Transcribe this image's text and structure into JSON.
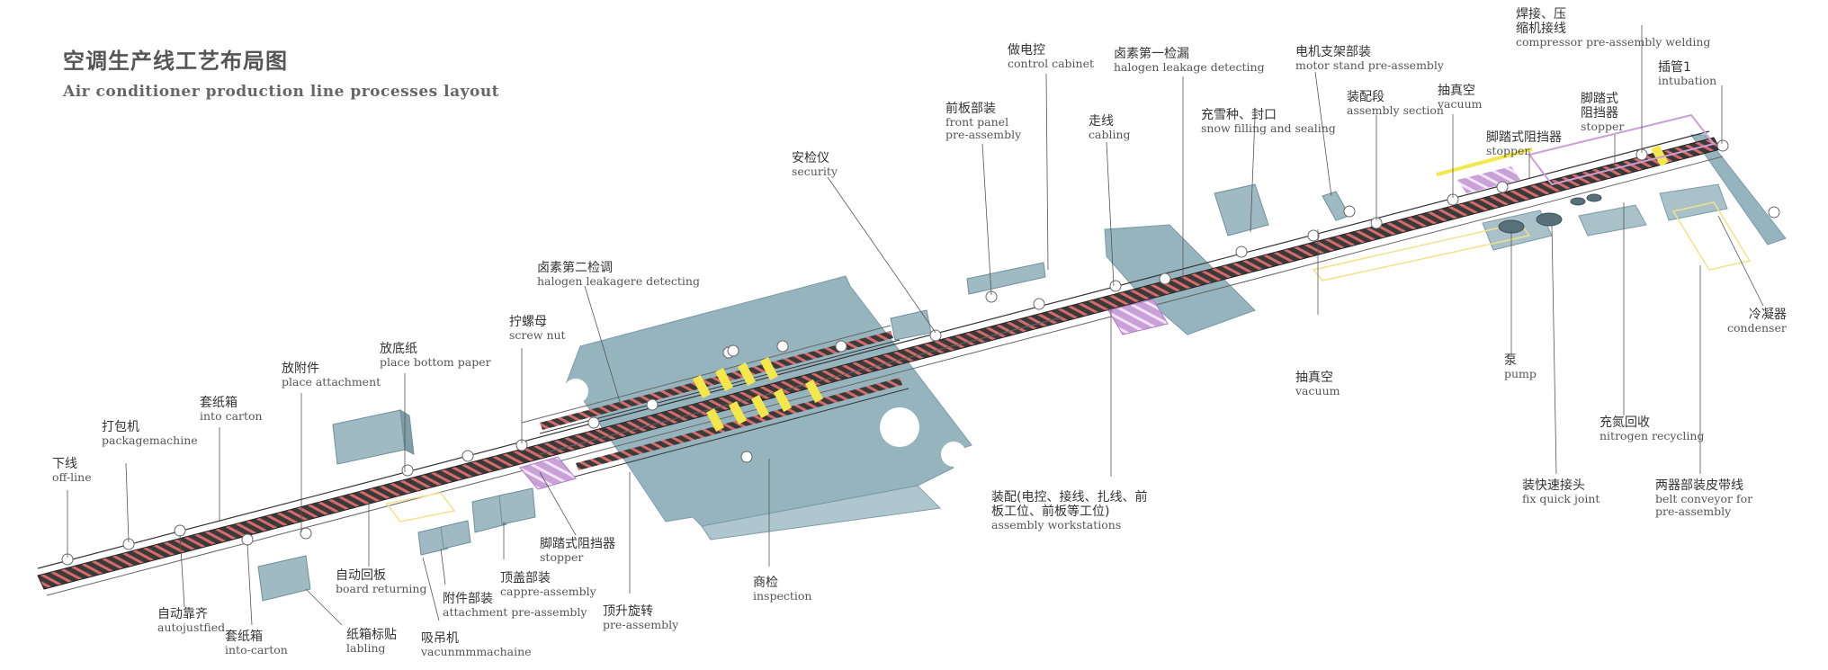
{
  "title": {
    "cn": "空调生产线工艺布局图",
    "en": "Air conditioner production line processes layout"
  },
  "colors": {
    "platform": "#95b4be",
    "platform_edge": "#6f8f9a",
    "conveyor": "#3b3b3b",
    "rollers": "#d9534f",
    "highlight": "#f4e74a",
    "accent": "#c77dd6"
  },
  "labels": [
    {
      "id": "off_line",
      "cn": "下线",
      "en": "off-line"
    },
    {
      "id": "package_machine",
      "cn": "打包机",
      "en": "packagemachine"
    },
    {
      "id": "into_carton_top",
      "cn": "套纸箱",
      "en": "into carton"
    },
    {
      "id": "place_attachment",
      "cn": "放附件",
      "en": "place attachment"
    },
    {
      "id": "place_bottom_paper",
      "cn": "放底纸",
      "en": "place bottom paper"
    },
    {
      "id": "screw_nut",
      "cn": "拧螺母",
      "en": "screw nut"
    },
    {
      "id": "halogen_second",
      "cn": "卤素第二检调",
      "en": "halogen leakagere detecting"
    },
    {
      "id": "security",
      "cn": "安检仪",
      "en": "security"
    },
    {
      "id": "front_panel",
      "cn": "前板部装",
      "en": "front panel",
      "en2": "pre-assembly"
    },
    {
      "id": "control_cabinet",
      "cn": "做电控",
      "en": "control cabinet"
    },
    {
      "id": "cabling",
      "cn": "走线",
      "en": "cabling"
    },
    {
      "id": "halogen_first",
      "cn": "卤素第一检漏",
      "en": "halogen leakage detecting"
    },
    {
      "id": "snow_filling",
      "cn": "充雪种、封口",
      "en": "snow filling and sealing"
    },
    {
      "id": "motor_stand",
      "cn": "电机支架部装",
      "en": "motor stand pre-assembly"
    },
    {
      "id": "assembly_section",
      "cn": "装配段",
      "en": "assembly section"
    },
    {
      "id": "vacuum_top",
      "cn": "抽真空",
      "en": "vacuum"
    },
    {
      "id": "stopper_mid",
      "cn": "脚踏式阻挡器",
      "en": "stopper"
    },
    {
      "id": "compressor_welding",
      "cn": "焊接、压",
      "cn2": "缩机接线",
      "en": "compressor pre-assembly welding"
    },
    {
      "id": "stopper_right",
      "cn": "脚踏式",
      "cn2": "阻挡器",
      "en": "stopper"
    },
    {
      "id": "intubation",
      "cn": "插管1",
      "en": "intubation"
    },
    {
      "id": "condenser",
      "cn": "冷凝器",
      "en": "condenser"
    },
    {
      "id": "vacuum_bottom",
      "cn": "抽真空",
      "en": "vacuum"
    },
    {
      "id": "pump",
      "cn": "泵",
      "en": "pump"
    },
    {
      "id": "nitrogen",
      "cn": "充氮回收",
      "en": "nitrogen recycling"
    },
    {
      "id": "fix_quick_joint",
      "cn": "装快速接头",
      "en": "fix quick joint"
    },
    {
      "id": "belt_conveyor",
      "cn": "两器部装皮带线",
      "en": "belt conveyor for",
      "en2": "pre-assembly"
    },
    {
      "id": "assembly_workstations",
      "cn": "装配(电控、接线、扎线、前",
      "cn2": "板工位、前板等工位)",
      "en": "assembly workstations"
    },
    {
      "id": "inspection",
      "cn": "商检",
      "en": "inspection"
    },
    {
      "id": "lift_rotate",
      "cn": "顶升旋转",
      "en": "pre-assembly"
    },
    {
      "id": "stopper_left",
      "cn": "脚踏式阻挡器",
      "en": "stopper"
    },
    {
      "id": "cap_assembly",
      "cn": "顶盖部装",
      "en": "cappre-assembly"
    },
    {
      "id": "attachment_pre",
      "cn": "附件部装",
      "en": "attachment pre-assembly"
    },
    {
      "id": "vacuum_machine",
      "cn": "吸吊机",
      "en": "vacunmmmachaine"
    },
    {
      "id": "carton_labeling",
      "cn": "纸箱标贴",
      "en": "labling"
    },
    {
      "id": "board_returning",
      "cn": "自动回板",
      "en": "board returning"
    },
    {
      "id": "into_carton_bottom",
      "cn": "套纸箱",
      "en": "into-carton"
    },
    {
      "id": "auto_justified",
      "cn": "自动靠齐",
      "en": "autojustfied"
    }
  ]
}
